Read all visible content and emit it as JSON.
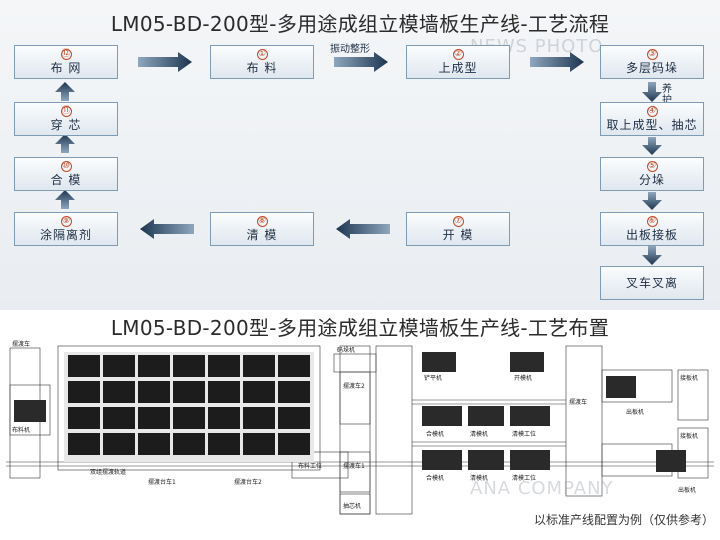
{
  "titles": {
    "process": "LM05-BD-200型-多用途成组立模墙板生产线-工艺流程",
    "layout": "LM05-BD-200型-多用途成组立模墙板生产线-工艺布置"
  },
  "steps": [
    {
      "num": "⑫",
      "label": "布  网"
    },
    {
      "num": "①",
      "label": "布  料"
    },
    {
      "num": "②",
      "label": "上成型"
    },
    {
      "num": "③",
      "label": "多层码垛"
    },
    {
      "num": "④",
      "label": "取上成型、抽芯"
    },
    {
      "num": "⑤",
      "label": "分垛"
    },
    {
      "num": "⑥",
      "label": "出板接板"
    },
    {
      "num": "",
      "label": "叉车叉离"
    },
    {
      "num": "⑦",
      "label": "开  模"
    },
    {
      "num": "⑧",
      "label": "清  模"
    },
    {
      "num": "⑨",
      "label": "涂隔离剂"
    },
    {
      "num": "⑩",
      "label": "合  模"
    },
    {
      "num": "⑪",
      "label": "穿  芯"
    }
  ],
  "arrow_labels": {
    "vibrate": "振动整形",
    "maintain": "养护"
  },
  "watermarks": [
    "NEWS PHOTO",
    "ANA COMPANY"
  ],
  "layout_labels": {
    "lift_car_left": "摆渡车",
    "feed_machine_left": "布料机",
    "bottom_track": "双组摆渡轨道",
    "ferry_pad_1": "摆渡台车1",
    "ferry_pad_2": "摆渡台车2",
    "stack_control": "码垛机",
    "ferry_car2": "摆渡车2",
    "ferry_car1": "摆渡车1",
    "core_puller": "抽芯机",
    "feed_station": "布料工位",
    "flat_machine": "铲平机",
    "open_mold_top": "开模机",
    "merge_mold_1": "合模机",
    "clean_mold_1": "清模机",
    "clean_station_1": "清模工位",
    "merge_mold_2": "合模机",
    "clean_mold_2": "清模机",
    "clean_station_2": "清模工位",
    "ferry_right": "摆渡车",
    "receive_1": "接板机",
    "out_1": "出板机",
    "receive_2": "接板机",
    "out_2": "出板机"
  },
  "caption": "以标准产线配置为例（仅供参考）",
  "colors": {
    "step_border": "#7f9ab3",
    "arrow_dark": "#1e3550",
    "arrow_light": "#8fa7bd",
    "number_red": "#c24a2a"
  }
}
